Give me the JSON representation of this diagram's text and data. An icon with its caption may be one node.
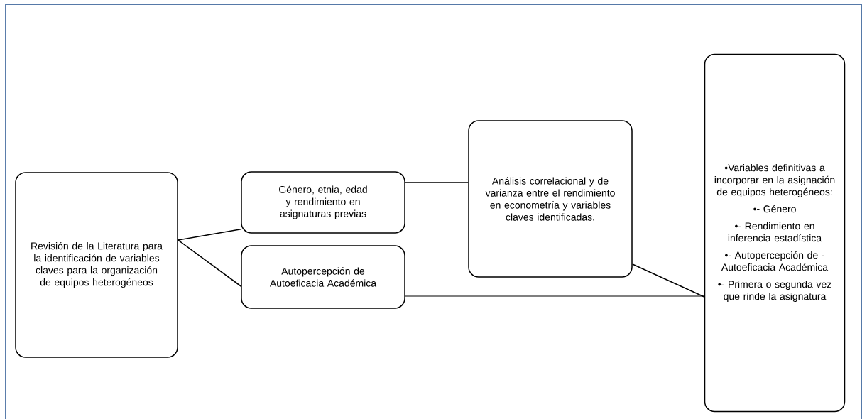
{
  "diagram": {
    "nodes": [
      {
        "text": [
          "Revisión de la Literatura para la identificación de variables claves para la organización de equipos heterogéneos"
        ]
      },
      {
        "text": [
          "Género, etnia, edad y rendimiento en asignaturas previas"
        ]
      },
      {
        "text": [
          "Autopercepción de Autoeficacia Académica"
        ]
      },
      {
        "text": [
          "Análisis correlacional y de varianza entre el rendimiento en econometría y variables claves identificadas."
        ]
      },
      {
        "text": [
          "•Variables definitivas a incorporar en la asignación de equipos heterogéneos:",
          "•- Género",
          "•- Rendimiento en inferencia estadística",
          "•- Autopercepción de - Autoeficacia Académica",
          "•- Primera o segunda vez que rinde la asignatura"
        ]
      }
    ],
    "edges": [
      {
        "from": 0,
        "to": 1,
        "arrow": "none"
      },
      {
        "from": 0,
        "to": 2,
        "arrow": "none"
      },
      {
        "from": 1,
        "to": 3,
        "arrow": "none"
      },
      {
        "from": 3,
        "to": 4,
        "arrow": "none"
      },
      {
        "from": 2,
        "to": 4,
        "arrow": "none"
      }
    ]
  }
}
